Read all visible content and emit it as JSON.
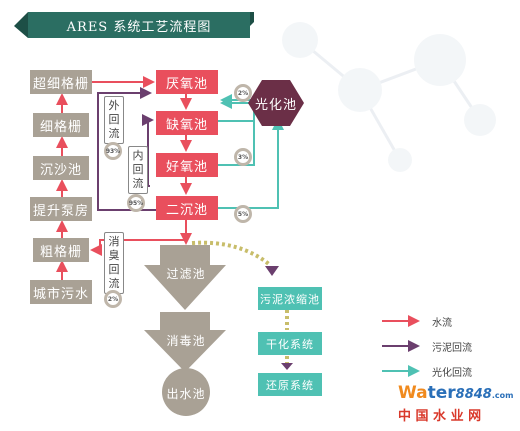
{
  "title": "ARES 系统工艺流程图",
  "nodes": {
    "chaoxi": "超细格栅",
    "xige": "细格栅",
    "chensha": "沉沙池",
    "tisheng": "提升泵房",
    "cuge": "粗格栅",
    "chengshi": "城市污水",
    "yanyang": "厌氧池",
    "queyang": "缺氧池",
    "haoyang": "好氧池",
    "erchen": "二沉池",
    "guanghua": "光化池",
    "guolv": "过滤池",
    "xiaodu": "消毒池",
    "chushui": "出水池",
    "wuni": "污泥浓缩池",
    "ganhua": "干化系统",
    "huanyuan": "还原系统"
  },
  "labels": {
    "waihuiliu": "外回流",
    "neihuiliu": "内回流",
    "xiaochou": "消臭回流"
  },
  "percents": {
    "p93": "93%",
    "p95": "95%",
    "p2a": "2%",
    "p3": "3%",
    "p5": "5%",
    "p2b": "2%"
  },
  "legend": {
    "water": "水流",
    "sludge": "污泥回流",
    "light": "光化回流"
  },
  "watermark": {
    "brand_orange": "Wa",
    "brand_blue": "ter",
    "brand_num": "8848",
    "brand_com": ".com",
    "cn": "中 国 水 业 网"
  },
  "colors": {
    "water": "#e94f5d",
    "sludge": "#6b3f6e",
    "light": "#4fc1b3",
    "gray": "#a9a195",
    "banner": "#2b6e62"
  }
}
